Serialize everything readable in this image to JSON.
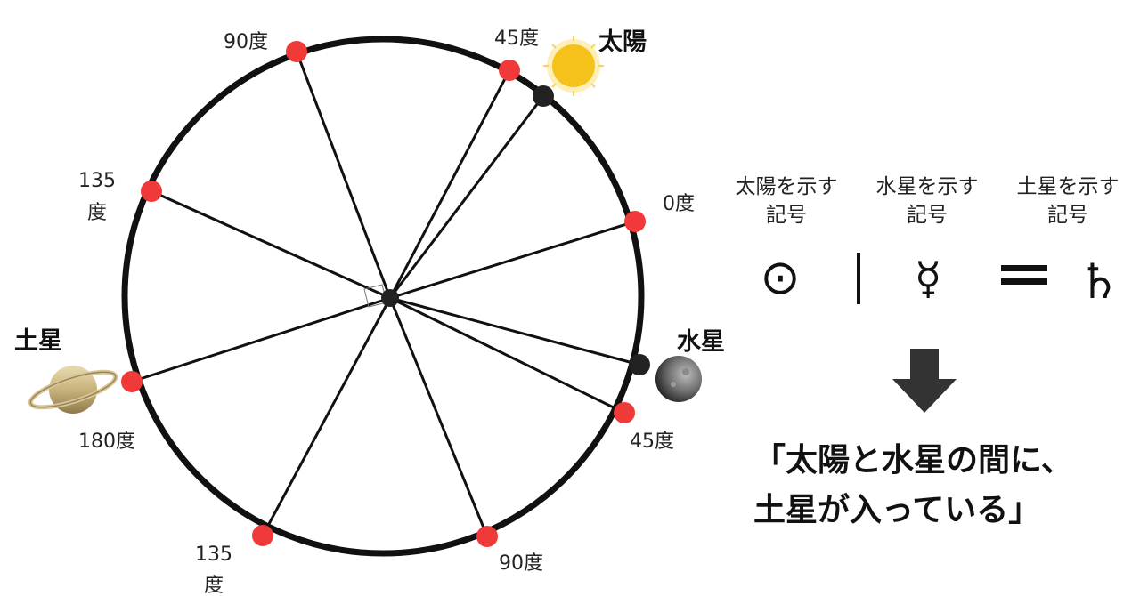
{
  "labels": {
    "sun": "太陽",
    "mercury": "水星",
    "saturn": "土星",
    "deg0": "0度",
    "deg45_top": "45度",
    "deg45_bottom": "45度",
    "deg90_top": "90度",
    "deg90_bottom": "90度",
    "deg135_upper_a": "135",
    "deg135_upper_b": "度",
    "deg135_lower_a": "135",
    "deg135_lower_b": "度",
    "deg180": "180度"
  },
  "legend": {
    "sun_caption_1": "太陽を示す",
    "sun_caption_2": "記号",
    "mercury_caption_1": "水星を示す",
    "mercury_caption_2": "記号",
    "saturn_caption_1": "土星を示す",
    "saturn_caption_2": "記号",
    "sun_symbol": "⊙",
    "mercury_symbol": "☿",
    "saturn_symbol": "♄",
    "divider_symbol": "|",
    "equals_symbol": "="
  },
  "conclusion": {
    "line1": "「太陽と水星の間に、",
    "line2": "土星が入っている」"
  },
  "colors": {
    "marker": "#f03a3a",
    "planet_dot": "#222222",
    "circle": "#111111",
    "sun_fill": "#f5c21c",
    "arrow": "#333333"
  }
}
